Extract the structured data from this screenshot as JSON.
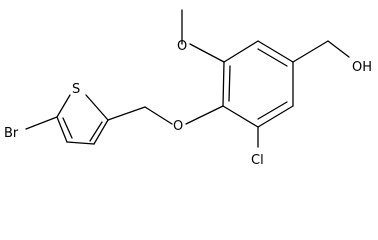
{
  "molecule": {
    "atom_labels": {
      "bromine": "Br",
      "sulfur": "S",
      "ether_oxygen": "O",
      "chlorine": "Cl",
      "hydroxyl": "OH"
    },
    "colors": {
      "bond": "#000000",
      "label": "#000000",
      "background": "#ffffff"
    }
  }
}
